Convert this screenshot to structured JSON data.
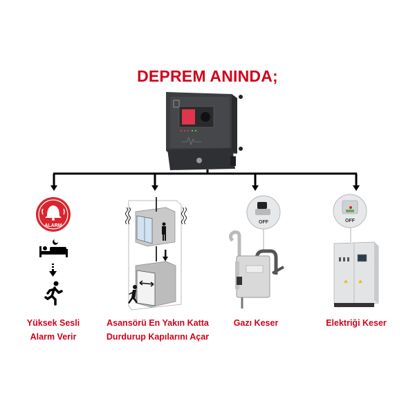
{
  "title": "DEPREM ANINDA;",
  "colors": {
    "accent": "#d0021b",
    "connector": "#000000"
  },
  "actions": [
    {
      "icon": "alarm-bell-icon",
      "badge": "ALARM",
      "label_line1": "Yüksek Sesli",
      "label_line2": "Alarm Verir"
    },
    {
      "icon": "elevator-icon",
      "label_line1": "Asansörü En Yakın Katta",
      "label_line2": "Durdurup Kapılarını Açar"
    },
    {
      "icon": "gas-meter-icon",
      "badge": "OFF",
      "label_line1": "Gazı Keser"
    },
    {
      "icon": "electrical-panel-icon",
      "badge": "OFF",
      "label_line1": "Elektriği Keser"
    }
  ]
}
